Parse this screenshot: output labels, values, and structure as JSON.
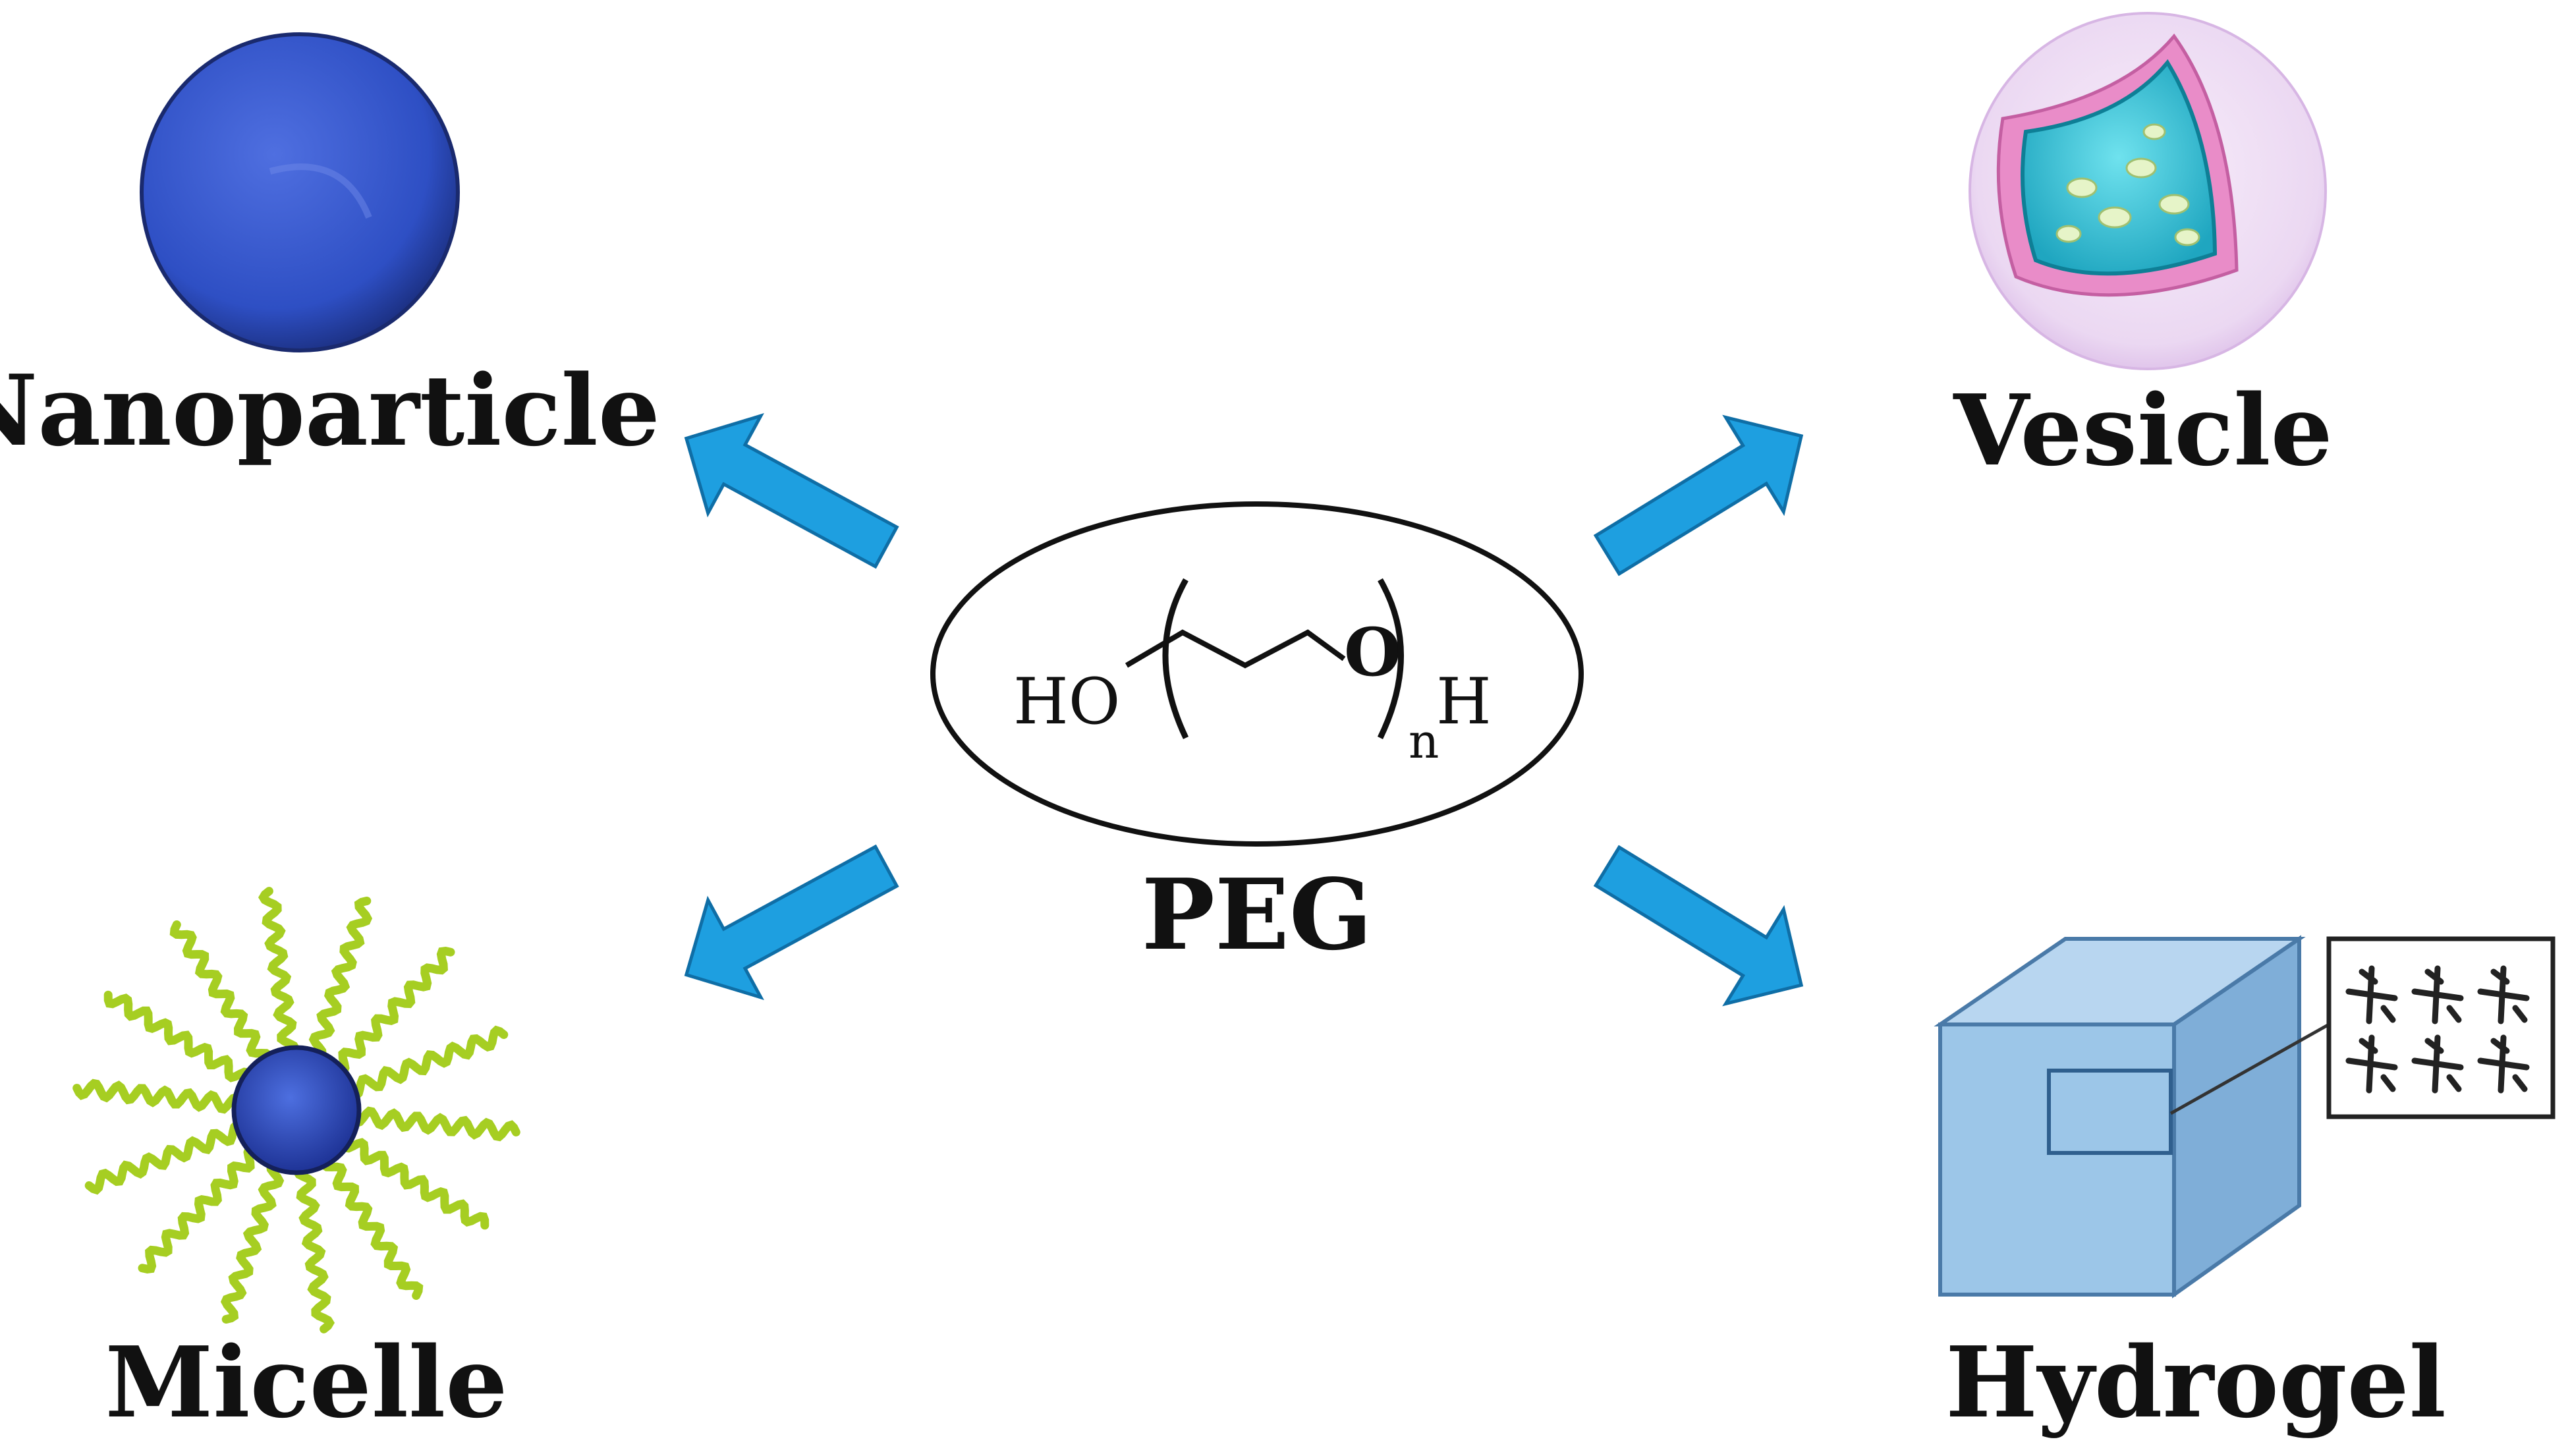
{
  "diagram": {
    "center": {
      "name": "PEG",
      "formula": {
        "left": "HO",
        "oxygen": "O",
        "subscript": "n",
        "right": "H"
      }
    },
    "nodes": [
      {
        "id": "nanoparticle",
        "label": "Nanoparticle"
      },
      {
        "id": "vesicle",
        "label": "Vesicle"
      },
      {
        "id": "micelle",
        "label": "Micelle"
      },
      {
        "id": "hydrogel",
        "label": "Hydrogel"
      }
    ],
    "colors": {
      "arrow": "#1E9FE0",
      "nanoparticle": "#2E4FC4",
      "micelle_core": "#2E4FC4",
      "micelle_chain": "#A6CE22",
      "vesicle_outer": "#EBD8F2",
      "vesicle_membrane": "#E98CC8",
      "vesicle_core": "#2EC3D6",
      "hydrogel_cube": "#9CC6E8"
    }
  }
}
